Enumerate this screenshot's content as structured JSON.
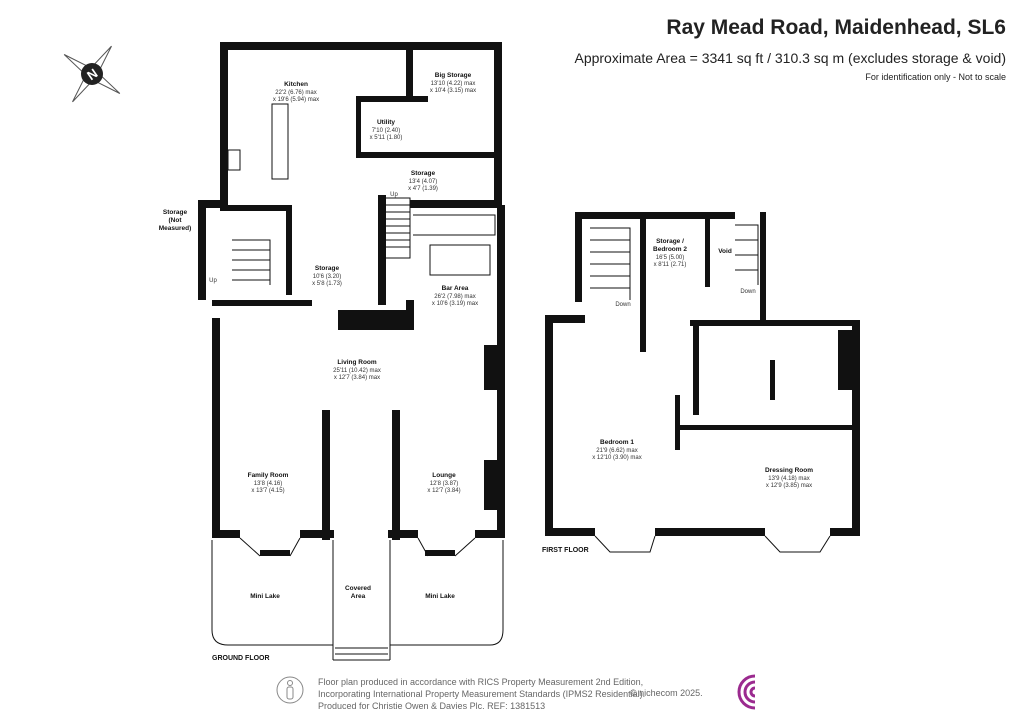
{
  "header": {
    "title": "Ray Mead Road, Maidenhead, SL6",
    "area": "Approximate Area = 3341 sq ft / 310.3 sq m (excludes storage & void)",
    "note": "For identification only - Not to scale"
  },
  "compass": {
    "letter": "N"
  },
  "ground_floor": {
    "label": "GROUND FLOOR",
    "rooms": [
      {
        "name": "Kitchen",
        "d1": "22'2 (6.76) max",
        "d2": "x 19'6 (5.94) max"
      },
      {
        "name": "Big Storage",
        "d1": "13'10 (4.22) max",
        "d2": "x 10'4 (3.15) max"
      },
      {
        "name": "Utility",
        "d1": "7'10 (2.40)",
        "d2": "x 5'11 (1.80)"
      },
      {
        "name": "Storage",
        "d1": "13'4 (4.07)",
        "d2": "x 4'7 (1.39)"
      },
      {
        "name": "Storage",
        "d1": "10'6 (3.20)",
        "d2": "x 5'8 (1.73)"
      },
      {
        "name": "Bar Area",
        "d1": "26'2 (7.98) max",
        "d2": "x 10'6 (3.19) max"
      },
      {
        "name": "Living Room",
        "d1": "25'11 (10.42) max",
        "d2": "x 12'7 (3.84) max"
      },
      {
        "name": "Family Room",
        "d1": "13'8 (4.16)",
        "d2": "x 13'7 (4.15)"
      },
      {
        "name": "Lounge",
        "d1": "12'8 (3.87)",
        "d2": "x 12'7 (3.84)"
      }
    ],
    "other": {
      "storage_nm": [
        "Storage",
        "(Not",
        "Measured)"
      ],
      "covered": [
        "Covered",
        "Area"
      ],
      "mini_lake": "Mini Lake",
      "up": "Up"
    }
  },
  "first_floor": {
    "label": "FIRST FLOOR",
    "rooms": [
      {
        "name": "Storage /",
        "name2": "Bedroom 2",
        "d1": "16'5 (5.00)",
        "d2": "x 8'11 (2.71)"
      },
      {
        "name": "Void"
      },
      {
        "name": "Bedroom 1",
        "d1": "21'9 (6.62) max",
        "d2": "x 12'10 (3.90) max"
      },
      {
        "name": "Dressing Room",
        "d1": "13'9 (4.18) max",
        "d2": "x 12'9 (3.85) max"
      }
    ],
    "down": "Down"
  },
  "footer": {
    "lines": [
      "Floor plan produced in accordance with RICS Property Measurement 2nd Edition,",
      "Incorporating International Property Measurement Standards (IPMS2 Residential).",
      "Produced for Christie Owen & Davies Plc.   REF: 1381513"
    ],
    "copyright": "© nichecom 2025.",
    "logo_color": "#9b2a8f"
  }
}
